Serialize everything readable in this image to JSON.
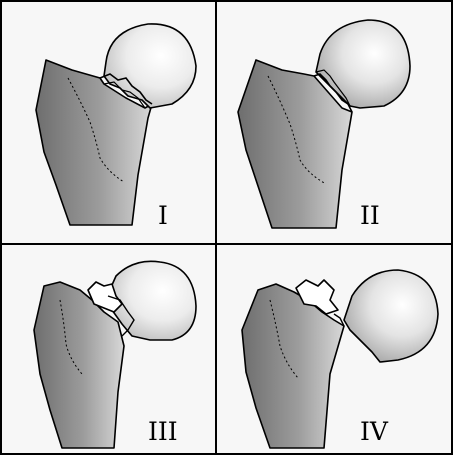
{
  "panels": [
    {
      "label": "I"
    },
    {
      "label": "II"
    },
    {
      "label": "III"
    },
    {
      "label": "IV"
    }
  ],
  "colors": {
    "background": "#f7f7f7",
    "border": "#000000",
    "shaft_dark": "#787878",
    "shaft_light": "#d2d2d2",
    "head_light": "#ffffff",
    "head_dark": "#9a9a9a",
    "fragment": "#ffffff"
  }
}
